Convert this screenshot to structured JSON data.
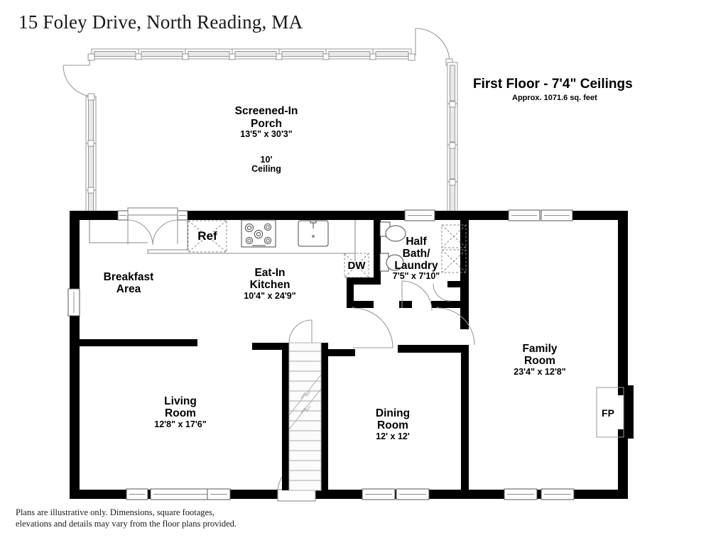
{
  "document": {
    "title": "15 Foley Drive, North Reading, MA",
    "header_main": "First Floor - 7'4\" Ceilings",
    "header_sub": "Approx. 1071.6 sq. feet",
    "footer_line1": "Plans are illustrative only. Dimensions, square footages,",
    "footer_line2": "elevations and details may vary from the floor plans provided."
  },
  "rooms": [
    {
      "id": "screened-in-porch",
      "name_line1": "Screened-In",
      "name_line2": "Porch",
      "dimensions": "13'5\" x 30'3\"",
      "note_line1": "10'",
      "note_line2": "Ceiling"
    },
    {
      "id": "breakfast-area",
      "name_line1": "Breakfast",
      "name_line2": "Area",
      "dimensions": ""
    },
    {
      "id": "eat-in-kitchen",
      "name_line1": "Eat-In",
      "name_line2": "Kitchen",
      "dimensions": "10'4\" x 24'9\""
    },
    {
      "id": "half-bath-laundry",
      "name_line1": "Half",
      "name_line2": "Bath/",
      "name_line3": "Laundry",
      "dimensions": "7'5\" x 7'10\""
    },
    {
      "id": "family-room",
      "name_line1": "Family",
      "name_line2": "Room",
      "dimensions": "23'4\" x 12'8\""
    },
    {
      "id": "living-room",
      "name_line1": "Living",
      "name_line2": "Room",
      "dimensions": "12'8\" x 17'6\""
    },
    {
      "id": "dining-room",
      "name_line1": "Dining",
      "name_line2": "Room",
      "dimensions": "12' x 12'"
    }
  ],
  "appliances": [
    {
      "id": "refrigerator",
      "label": "Ref"
    },
    {
      "id": "dishwasher",
      "label": "DW"
    },
    {
      "id": "fireplace",
      "label": "FP"
    }
  ],
  "colors": {
    "wall": "#000000",
    "thin_wall": "#9a9a9a",
    "window_fill": "#ffffff",
    "text": "#000000",
    "background": "#ffffff"
  }
}
